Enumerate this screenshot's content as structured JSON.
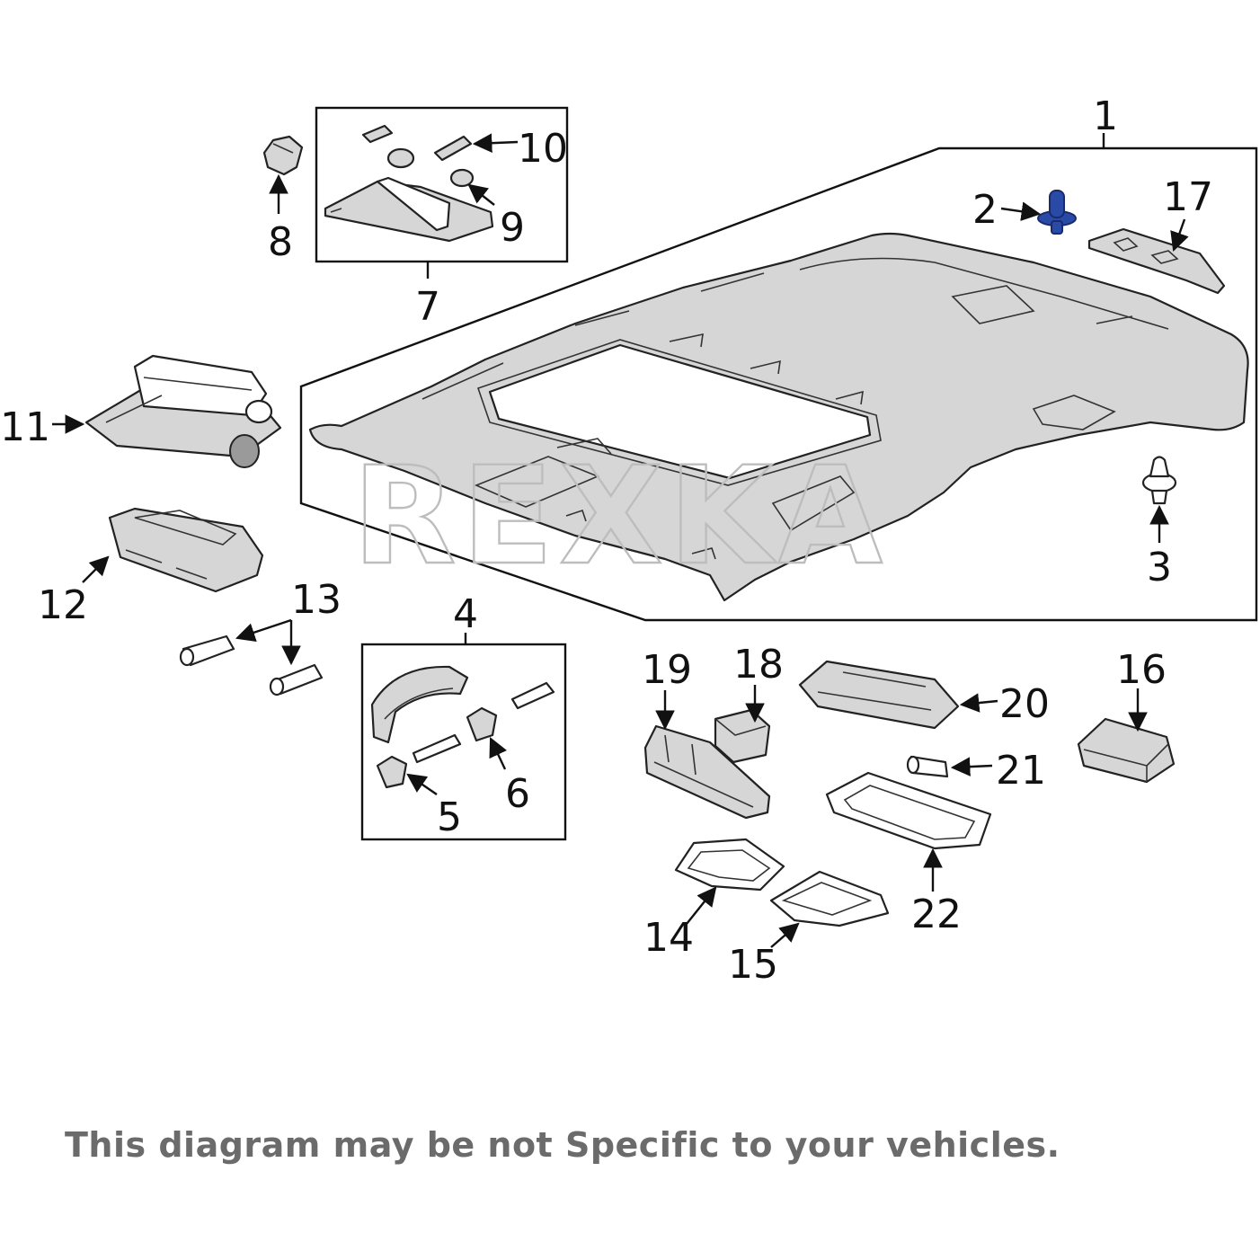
{
  "watermark": "REXKA",
  "disclaimer": "This diagram may be not Specific to your vehicles.",
  "colors": {
    "highlighted_part": "#2a4aa8",
    "line": "#111111",
    "part_fill": "#d6d6d6",
    "disclaimer_text": "#6b6b6b"
  },
  "callouts": {
    "c1": "1",
    "c2": "2",
    "c3": "3",
    "c4": "4",
    "c5": "5",
    "c6": "6",
    "c7": "7",
    "c8": "8",
    "c9": "9",
    "c10": "10",
    "c11": "11",
    "c12": "12",
    "c13": "13",
    "c14": "14",
    "c15": "15",
    "c16": "16",
    "c17": "17",
    "c18": "18",
    "c19": "19",
    "c20": "20",
    "c21": "21",
    "c22": "22"
  }
}
